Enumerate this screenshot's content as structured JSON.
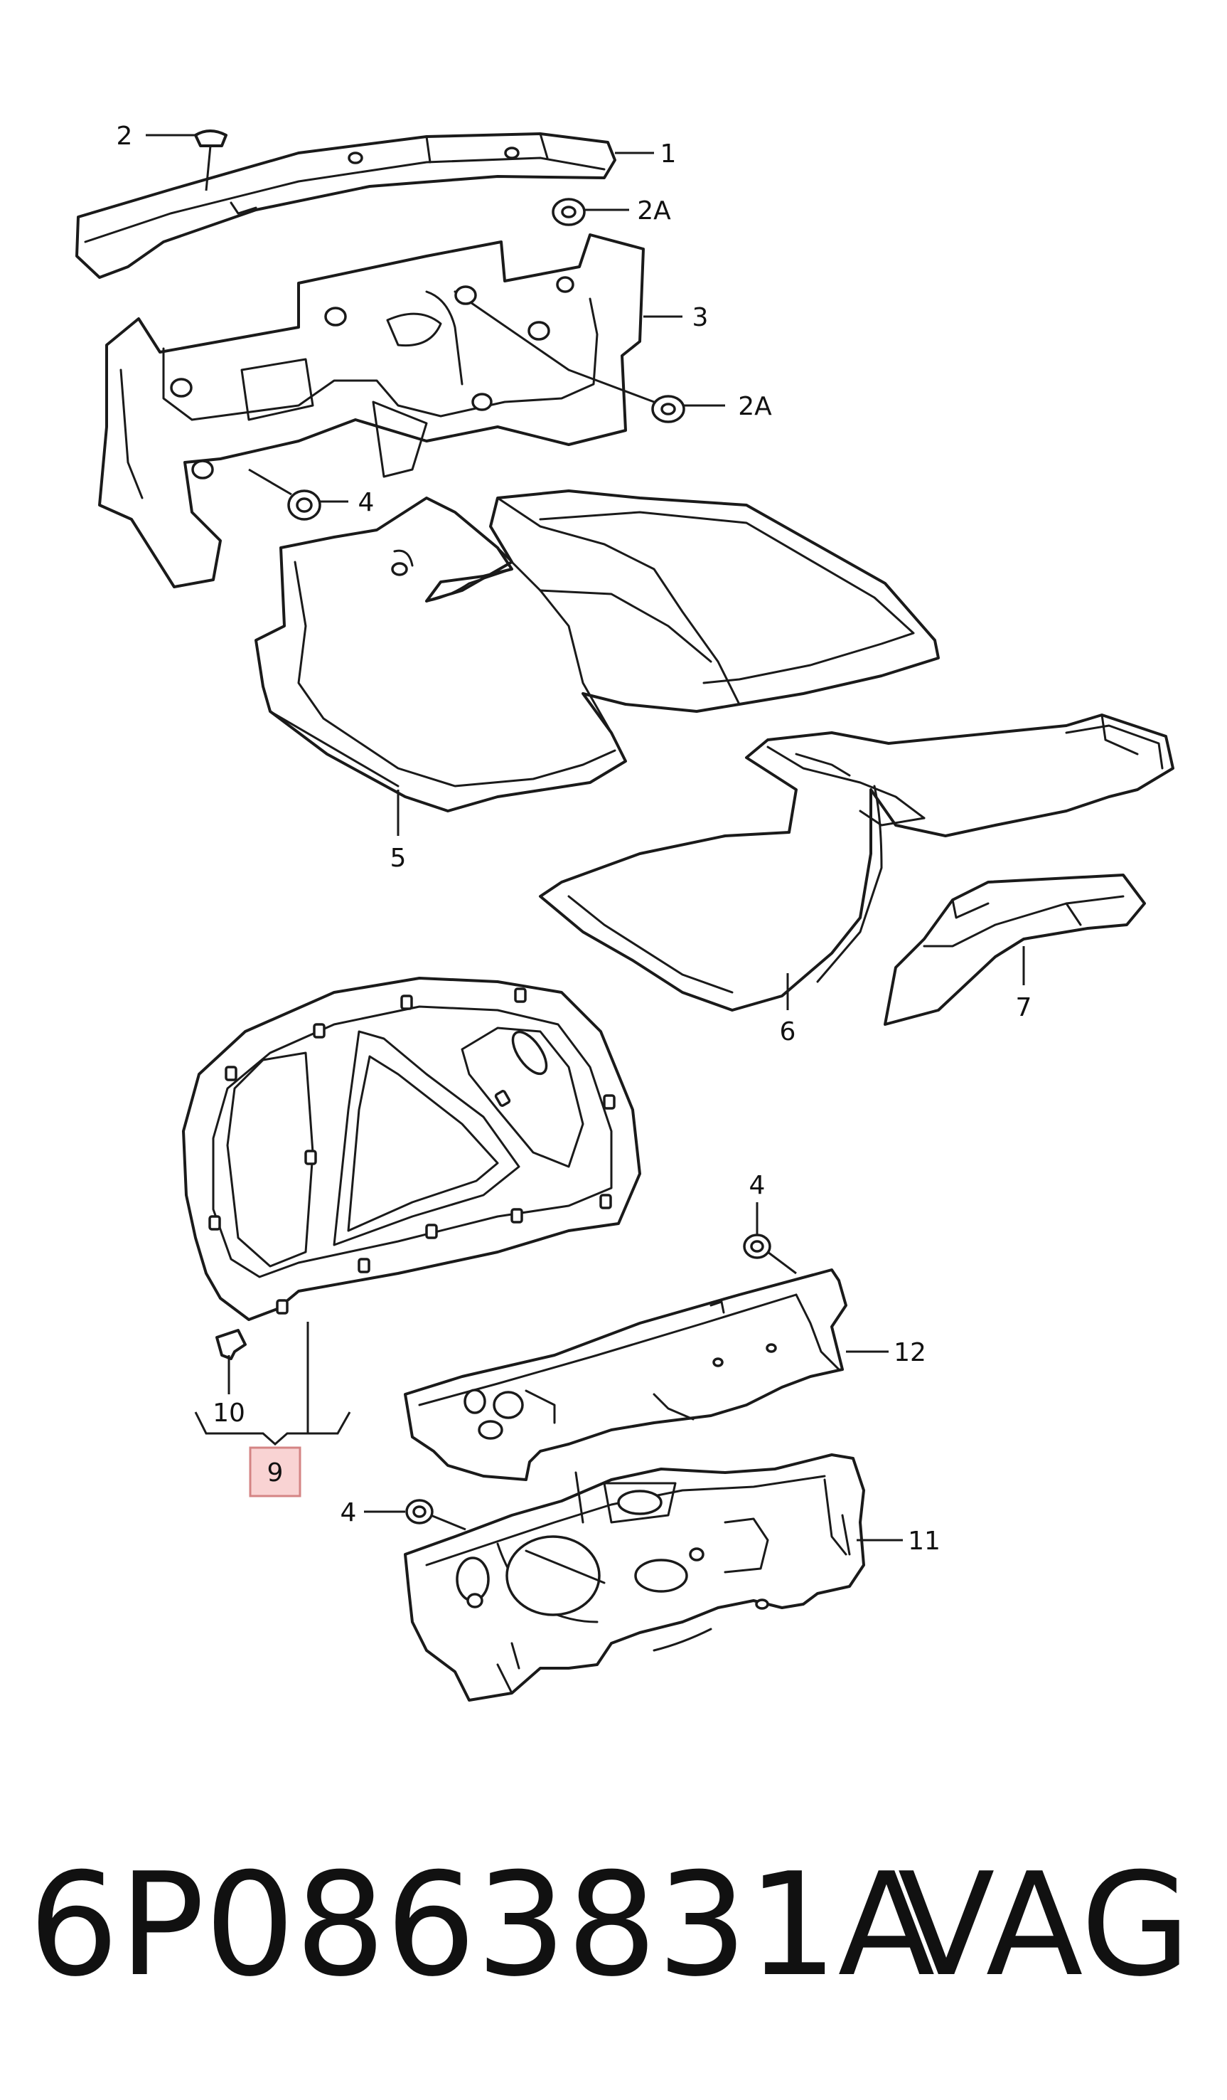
{
  "callouts": {
    "c1": "1",
    "c2": "2",
    "c2a_top": "2A",
    "c2a_mid": "2A",
    "c3": "3",
    "c4_top": "4",
    "c4_right": "4",
    "c4_bottom": "4",
    "c5": "5",
    "c6": "6",
    "c7": "7",
    "c9": "9",
    "c10": "10",
    "c11": "11",
    "c12": "12"
  },
  "highlight": {
    "color": "#f9d3d3",
    "border_color": "#d48484",
    "part": "9"
  },
  "footer": {
    "part_number": "6P0863831A",
    "brand": "VAG"
  }
}
